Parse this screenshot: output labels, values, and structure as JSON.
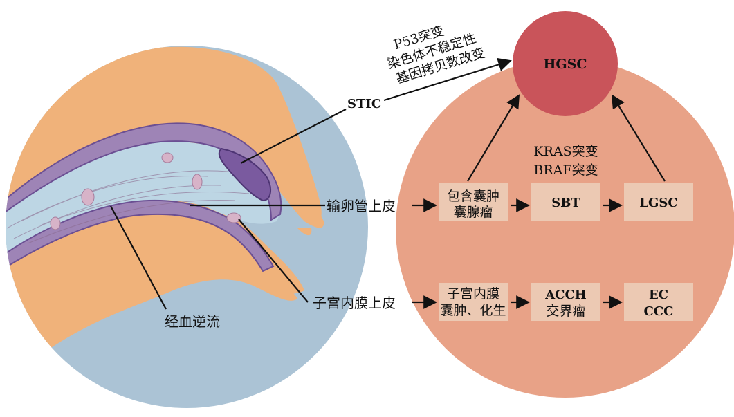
{
  "colors": {
    "left_bg": "#abc3d5",
    "tissue": "#f0b27a",
    "right_bg": "#e8a287",
    "hgsc_fill": "#c9545a",
    "box_fill": "#ecc9b3",
    "epithelium": "#9e84b6",
    "epithelium_dark": "#6b4f93",
    "lumen": "#bdd6e4"
  },
  "labels": {
    "mutation_line1": "P53突变",
    "mutation_line2": "染色体不稳定性",
    "mutation_line3": "基因拷贝数改变",
    "stic": "STIC",
    "tubal_epithelium": "输卵管上皮",
    "endometrial_epithelium": "子宫内膜上皮",
    "retrograde_menstruation": "经血逆流",
    "kras": "KRAS突变",
    "braf": "BRAF突变"
  },
  "nodes": {
    "hgsc": "HGSC",
    "inclusion_cyst_line1": "包含囊肿",
    "inclusion_cyst_line2": "囊腺瘤",
    "sbt": "SBT",
    "lgsc": "LGSC",
    "endometrial_cyst_line1": "子宫内膜",
    "endometrial_cyst_line2": "囊肿、化生",
    "acch_line1": "ACCH",
    "acch_line2": "交界瘤",
    "ec": "EC",
    "ccc": "CCC"
  }
}
